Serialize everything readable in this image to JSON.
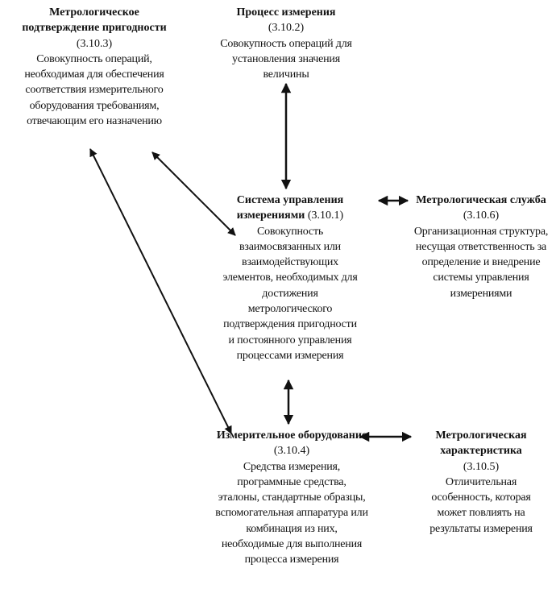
{
  "nodes": {
    "confirmation": {
      "title": "Метрологическое подтверждение пригодности",
      "code": "(3.10.3)",
      "desc": "Совокупность операций, необходимая для обеспечения соответствия измерительного оборудования требованиям, отвечающим его назначению"
    },
    "process": {
      "title": "Процесс измерения",
      "code": "(3.10.2)",
      "desc": "Совокупность операций для установления значения величины"
    },
    "system": {
      "title": "Система управления измерениями",
      "code": "(3.10.1)",
      "desc": "Совокупность взаимосвязанных или взаимодействующих элементов, необходимых для достижения метрологического подтверждения пригодности и постоянного управления процессами измерения"
    },
    "service": {
      "title": "Метрологическая служба",
      "code": "(3.10.6)",
      "desc": "Организационная структура, несущая ответственность за определение и внедрение системы управления измерениями"
    },
    "equipment": {
      "title": "Измерительное оборудование",
      "code": "(3.10.4)",
      "desc": "Средства измерения, программные средства, эталоны, стандартные образцы, вспомогательная аппаратура или комбинация из них, необходимые для выполнения процесса измерения"
    },
    "characteristic": {
      "title": "Метрологическая характеристика",
      "code": "(3.10.5)",
      "desc": "Отличительная особенность, которая может повлиять на результаты измерения"
    }
  },
  "edges": [
    {
      "from": "process",
      "to": "system",
      "type": "bidirectional"
    },
    {
      "from": "confirmation",
      "to": "system",
      "type": "bidirectional"
    },
    {
      "from": "confirmation",
      "to": "equipment",
      "type": "bidirectional"
    },
    {
      "from": "system",
      "to": "service",
      "type": "bidirectional"
    },
    {
      "from": "system",
      "to": "equipment",
      "type": "bidirectional"
    },
    {
      "from": "equipment",
      "to": "characteristic",
      "type": "bidirectional"
    }
  ],
  "colors": {
    "ink": "#111111",
    "background": "#ffffff"
  }
}
